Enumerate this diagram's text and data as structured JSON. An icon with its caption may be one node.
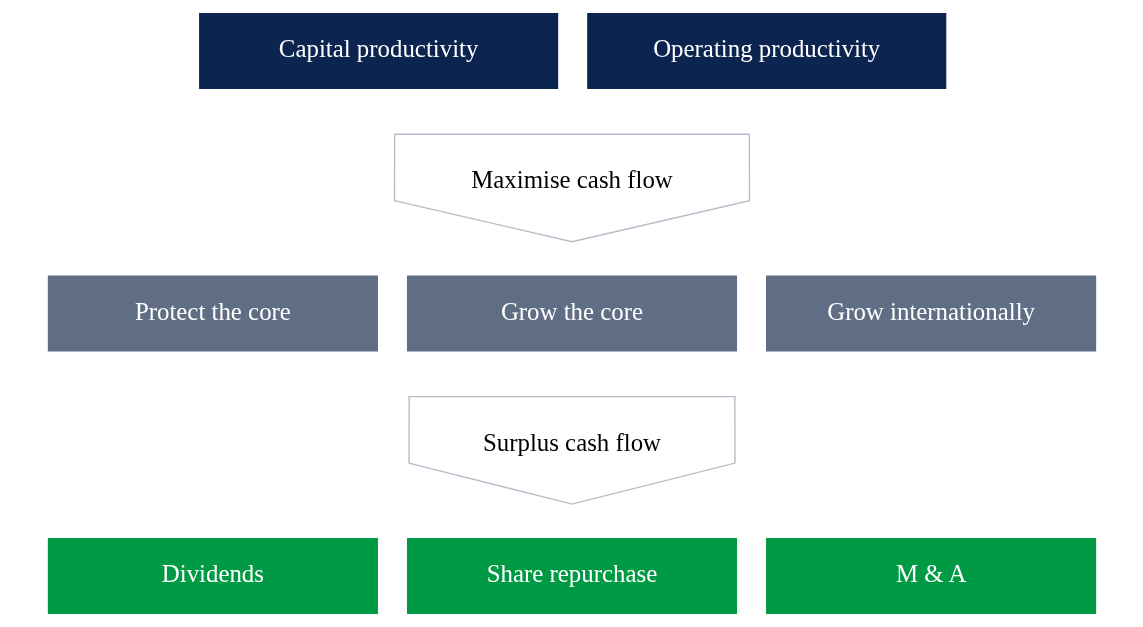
{
  "diagram": {
    "nodes": [
      {
        "text": [
          "Capital productivity"
        ]
      },
      {
        "text": [
          "Operating productivity"
        ]
      },
      {
        "text": [
          "Maximise cash flow"
        ]
      },
      {
        "text": [
          "Protect the core"
        ]
      },
      {
        "text": [
          "Grow the core"
        ]
      },
      {
        "text": [
          "Grow internationally"
        ]
      },
      {
        "text": [
          "Surplus cash flow"
        ]
      },
      {
        "text": [
          "Dividends"
        ]
      },
      {
        "text": [
          "Share repurchase"
        ]
      },
      {
        "text": [
          "M & A"
        ]
      }
    ]
  }
}
